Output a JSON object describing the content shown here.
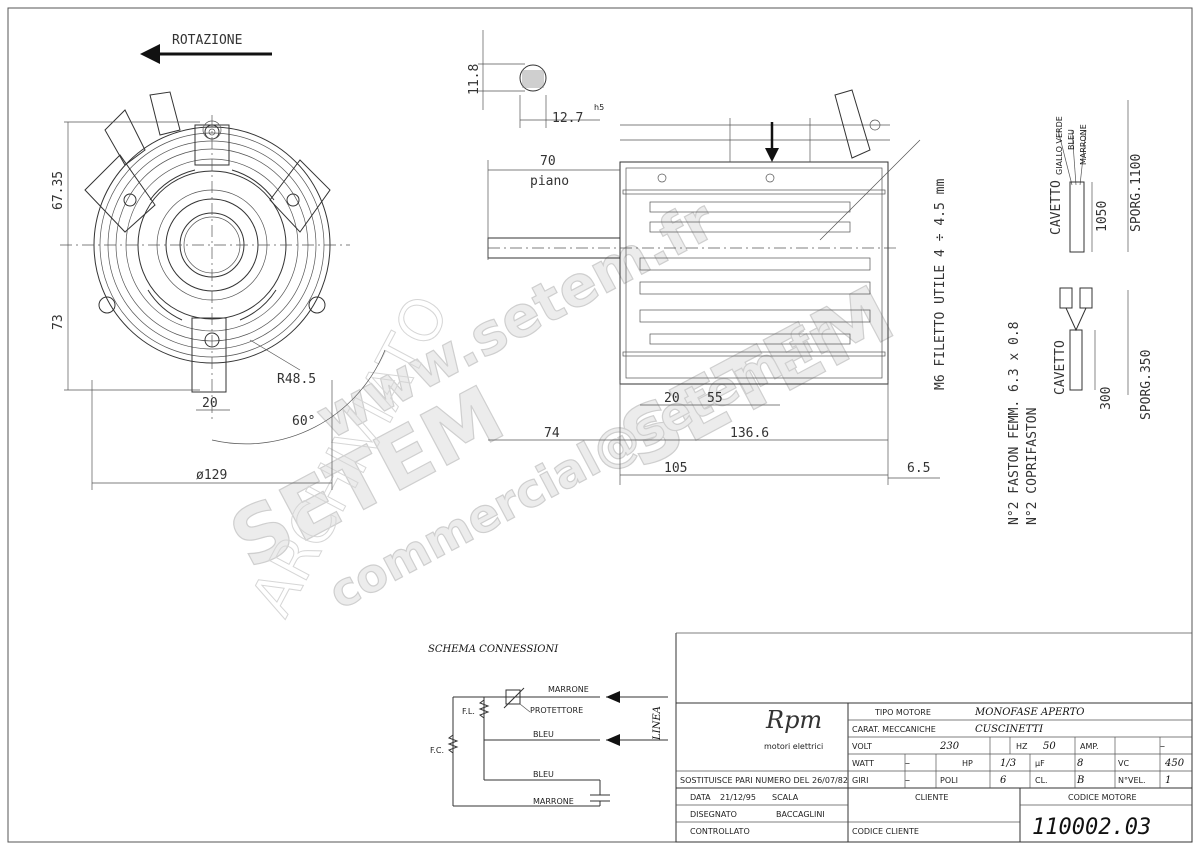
{
  "rotation_label": "ROTAZIONE",
  "front_view": {
    "dim_height_top": "67.35",
    "dim_height_bottom": "73",
    "dim_radius": "R48.5",
    "dim_angle": "60°",
    "dim_width_bracket": "20",
    "dim_diameter": "ø129"
  },
  "shaft_section": {
    "dim_height": "11.8",
    "dim_diameter": "12.7",
    "tolerance": "h5"
  },
  "side_view": {
    "dim_length_70": "70",
    "label_piano": "piano",
    "dim_74": "74",
    "dim_136": "136.6",
    "dim_20": "20",
    "dim_55": "55",
    "dim_105": "105",
    "dim_6_5": "6.5",
    "thread_note": "M6 FILETTO UTILE 4 ÷ 4.5 mm"
  },
  "cable_details": {
    "note_faston": "N°2 FASTON FEMM. 6.3 x 0.8",
    "note_coprifaston": "N°2 COPRIFASTON",
    "cable1_label": "CAVETTO",
    "cable1_length": "1050",
    "cable1_sporg": "SPORG.1100",
    "cable1_colors": [
      "GIALLO VERDE",
      "BLEU",
      "MARRONE"
    ],
    "cable2_label": "CAVETTO",
    "cable2_length": "300",
    "cable2_sporg": "SPORG.350"
  },
  "watermark": {
    "url": "www.setem.fr",
    "brand": "SETEM",
    "brand2": "SETEM",
    "email": "commercial@setem.fr",
    "archive": "ARCHIVIATO"
  },
  "schema": {
    "title": "SCHEMA CONNESSIONI",
    "marrone_top": "MARRONE",
    "protettore": "PROTETTORE",
    "bleu_top": "BLEU",
    "bleu_bottom": "BLEU",
    "marrone_bottom": "MARRONE",
    "fl": "F.L.",
    "fc": "F.C.",
    "linea": "LINEA"
  },
  "title_block": {
    "logo": "Rpm",
    "logo_sub": "motori elettrici",
    "tipo_motore_label": "TIPO MOTORE",
    "tipo_motore": "MONOFASE APERTO",
    "carat_label": "CARAT. MECCANICHE",
    "carat": "CUSCINETTI",
    "volt_label": "VOLT",
    "volt": "230",
    "hz_label": "HZ",
    "hz": "50",
    "amp_label": "AMP.",
    "amp": "–",
    "watt_label": "WATT",
    "watt": "–",
    "hp_label": "HP",
    "hp": "1/3",
    "uf_label": "µF",
    "uf": "8",
    "vc_label": "VC",
    "vc": "450",
    "giri_label": "GIRI",
    "giri": "–",
    "poli_label": "POLI",
    "poli": "6",
    "cl_label": "CL.",
    "cl": "B",
    "nvel_label": "N°VEL.",
    "nvel": "1",
    "sostituisce": "SOSTITUISCE PARI NUMERO DEL",
    "sostituisce_date": "26/07/82",
    "data_label": "DATA",
    "data": "21/12/95",
    "scala_label": "SCALA",
    "disegnato_label": "DISEGNATO",
    "disegnato": "BACCAGLINI",
    "controllato_label": "CONTROLLATO",
    "cliente_label": "CLIENTE",
    "codice_cliente_label": "CODICE CLIENTE",
    "codice_motore_label": "CODICE MOTORE",
    "codice_motore": "110002.03"
  }
}
